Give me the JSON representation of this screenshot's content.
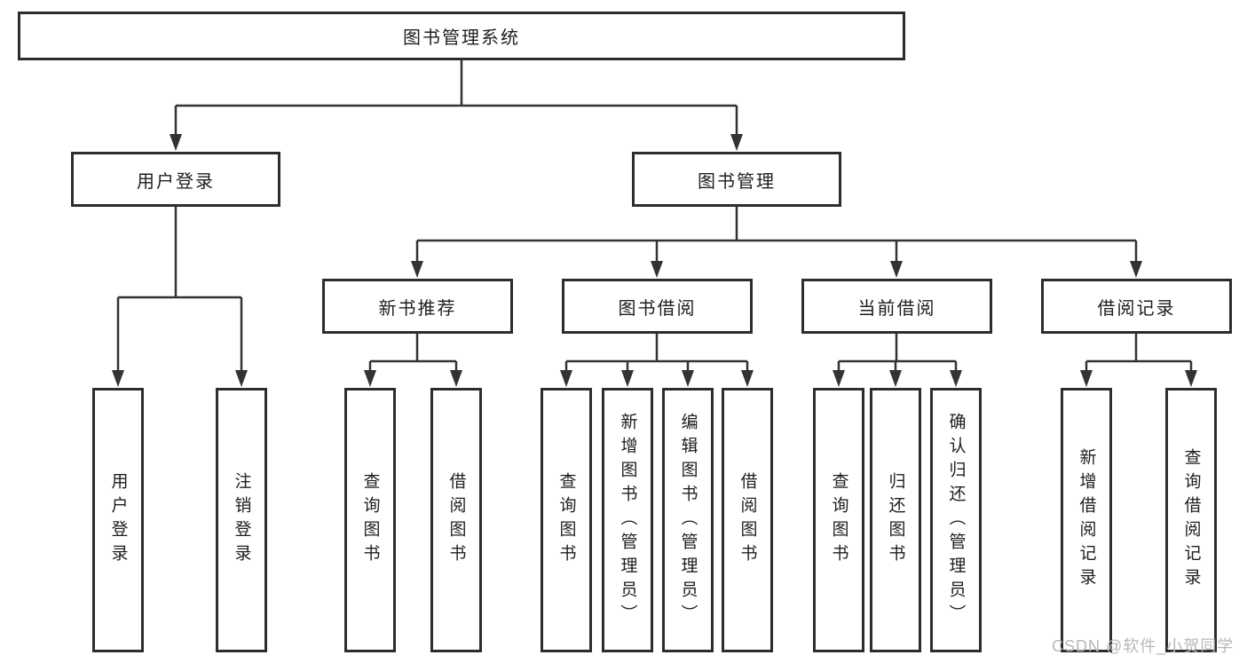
{
  "tree": {
    "root": {
      "label": "图书管理系统",
      "children": [
        {
          "label": "用户登录",
          "children": [
            {
              "label": "用户登录"
            },
            {
              "label": "注销登录"
            }
          ]
        },
        {
          "label": "图书管理",
          "children": [
            {
              "label": "新书推荐",
              "children": [
                {
                  "label": "查询图书"
                },
                {
                  "label": "借阅图书"
                }
              ]
            },
            {
              "label": "图书借阅",
              "children": [
                {
                  "label": "查询图书"
                },
                {
                  "label": "新增图书（管理员）"
                },
                {
                  "label": "编辑图书（管理员）"
                },
                {
                  "label": "借阅图书"
                }
              ]
            },
            {
              "label": "当前借阅",
              "children": [
                {
                  "label": "查询图书"
                },
                {
                  "label": "归还图书"
                },
                {
                  "label": "确认归还（管理员）"
                }
              ]
            },
            {
              "label": "借阅记录",
              "children": [
                {
                  "label": "新增借阅记录"
                },
                {
                  "label": "查询借阅记录"
                }
              ]
            }
          ]
        }
      ]
    }
  },
  "watermark": {
    "text": "CSDN @软件_小贺同学"
  },
  "colors": {
    "line": "#333333",
    "box_border": "#2d2d2d",
    "text": "#1e1e1e",
    "watermark": "#b8b8b8",
    "background": "#ffffff"
  }
}
